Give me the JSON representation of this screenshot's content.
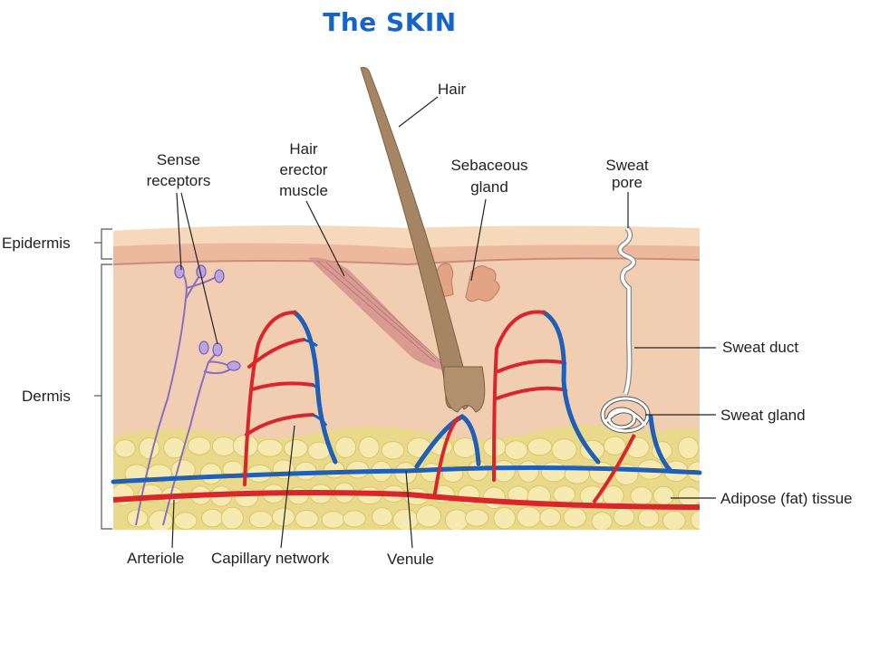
{
  "title": "The SKIN",
  "labels": {
    "hair": "Hair",
    "sense_receptors": [
      "Sense",
      "receptors"
    ],
    "hair_erector_muscle": [
      "Hair",
      "erector",
      "muscle"
    ],
    "sebaceous_gland": [
      "Sebaceous",
      "gland"
    ],
    "sweat_pore": [
      "Sweat",
      "pore"
    ],
    "epidermis": "Epidermis",
    "dermis": "Dermis",
    "sweat_duct": "Sweat duct",
    "sweat_gland": "Sweat gland",
    "adipose_tissue": "Adipose (fat) tissue",
    "arteriole": "Arteriole",
    "capillary_network": "Capillary network",
    "venule": "Venule"
  },
  "colors": {
    "title": "#1565c8",
    "epidermis": "#f3c9a4",
    "dermis": "#f1cdb2",
    "adipose": "#e9d98a",
    "artery": "#d8262b",
    "vein": "#1e5fb8",
    "hair": "#a58563",
    "nerve": "#8a6fbf"
  }
}
